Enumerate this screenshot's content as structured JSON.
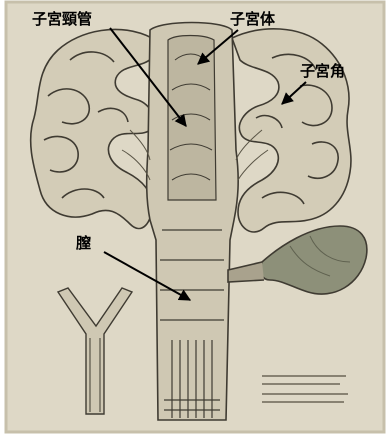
{
  "labels": {
    "cervix": "子宮頸管",
    "uterine_body": "子宮体",
    "uterine_horn": "子宮角",
    "vagina": "膣"
  },
  "colors": {
    "paper": "#ded8c6",
    "paper_edge": "#c7c0ab",
    "ink_line": "#3f3b32",
    "shade_light": "#cfc8b3",
    "shade_mid": "#a9a28d",
    "ovary_fill": "#8d9079",
    "label_text": "#000000",
    "arrow": "#000000"
  }
}
